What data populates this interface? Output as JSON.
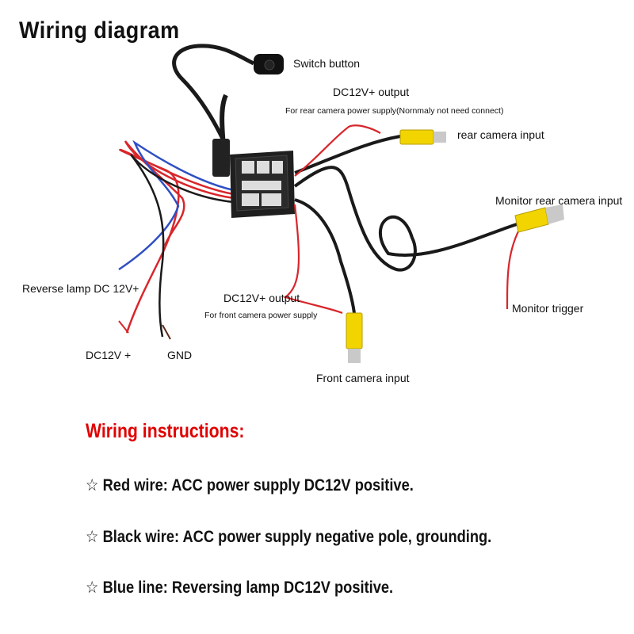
{
  "title": "Wiring diagram",
  "labels": {
    "switch_button": "Switch button",
    "dc12v_output_rear": "DC12V+ output",
    "rear_note": "For rear camera power supply(Nornmaly not need connect)",
    "rear_camera_input": "rear camera input",
    "monitor_rear_camera_input": "Monitor rear camera input",
    "monitor_trigger": "Monitor trigger",
    "reverse_lamp": "Reverse lamp DC 12V+",
    "dc12v_output_front": "DC12V+ output",
    "front_note": "For front camera power supply",
    "dc12v_plus": "DC12V +",
    "gnd": "GND",
    "front_camera_input": "Front camera input"
  },
  "instructions": {
    "heading": "Wiring instructions:",
    "star": "☆",
    "items": [
      "Red wire: ACC power supply DC12V positive.",
      "Black wire: ACC power supply negative pole, grounding.",
      "Blue line: Reversing lamp DC12V positive."
    ]
  },
  "colors": {
    "red_wire": "#d8262b",
    "black_wire": "#1a1a1a",
    "blue_wire": "#2f4fc4",
    "rca_yellow": "#f2d400",
    "heading_red": "#e00000"
  }
}
